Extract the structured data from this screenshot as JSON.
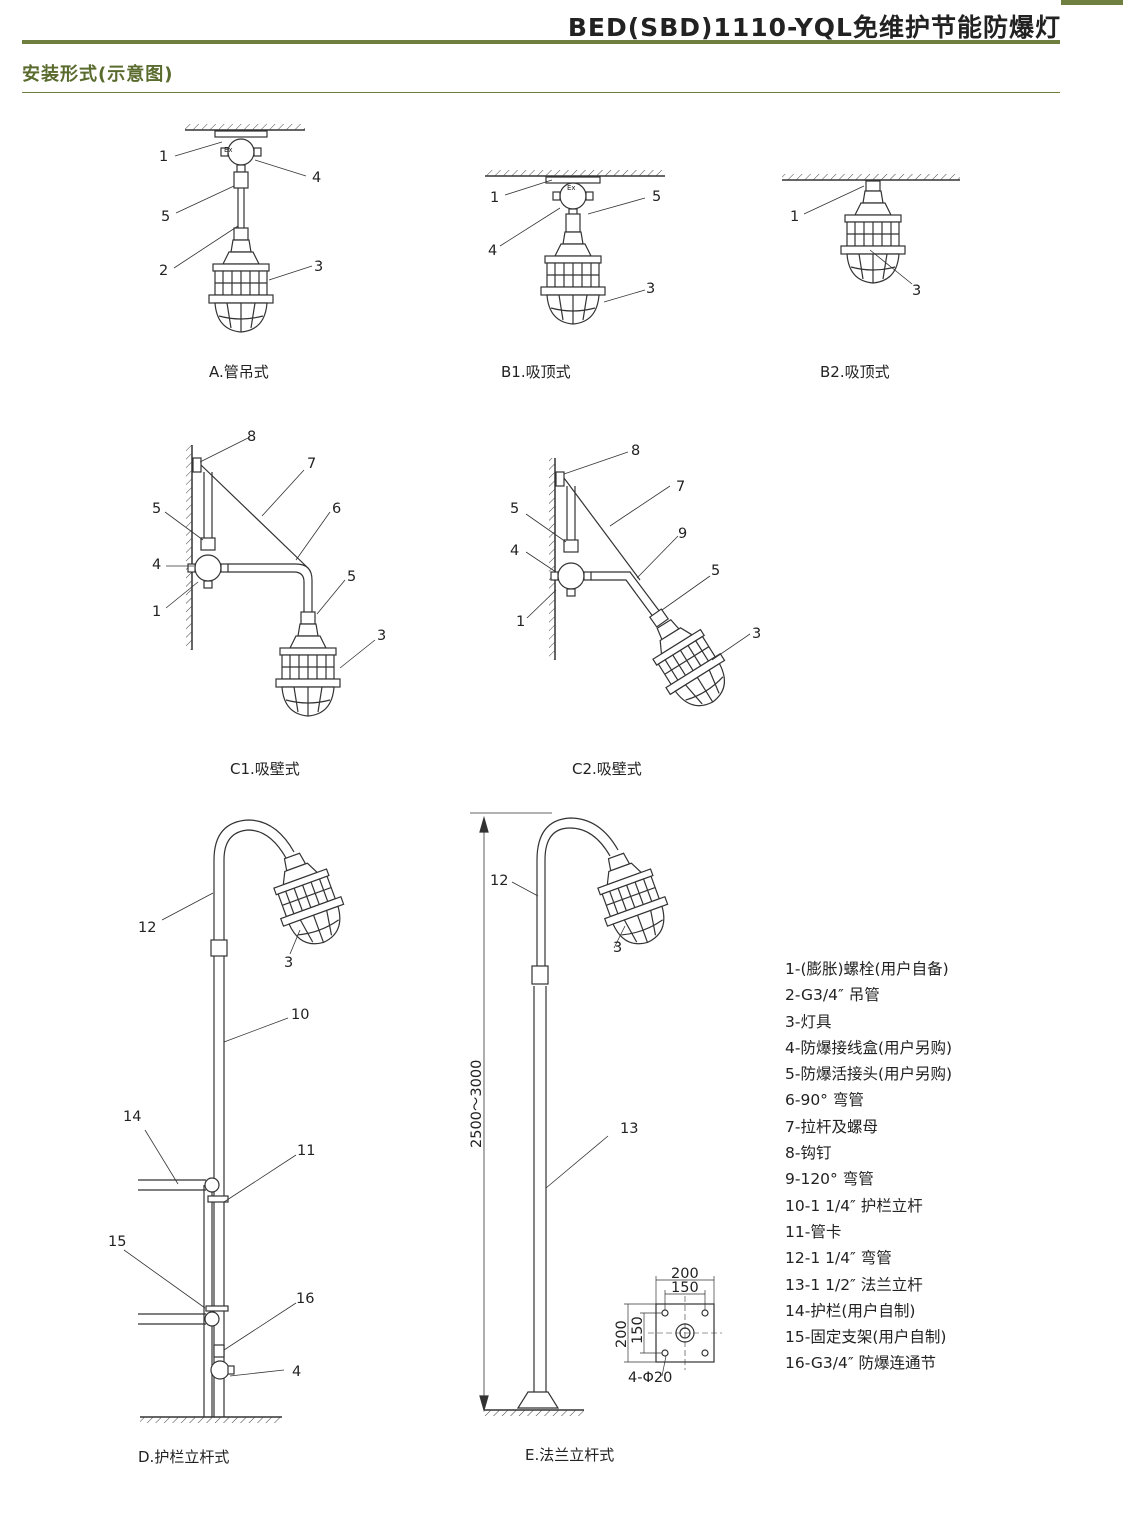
{
  "header": {
    "title": "BED(SBD)1110-YQL免维护节能防爆灯",
    "section": "安装形式(示意图)",
    "accent": "#6e7f3f",
    "section_color": "#5a6b2e"
  },
  "figures": {
    "a": {
      "caption": "A.管吊式",
      "labels": [
        "1",
        "4",
        "5",
        "2",
        "3"
      ]
    },
    "b1": {
      "caption": "B1.吸顶式",
      "labels": [
        "1",
        "5",
        "4",
        "3"
      ]
    },
    "b2": {
      "caption": "B2.吸顶式",
      "labels": [
        "1",
        "3"
      ]
    },
    "c1": {
      "caption": "C1.吸壁式",
      "labels": [
        "8",
        "7",
        "5",
        "6",
        "4",
        "5",
        "1",
        "3"
      ]
    },
    "c2": {
      "caption": "C2.吸壁式",
      "labels": [
        "8",
        "7",
        "5",
        "9",
        "4",
        "5",
        "1",
        "3"
      ]
    },
    "d": {
      "caption": "D.护栏立杆式",
      "labels": [
        "12",
        "3",
        "10",
        "14",
        "11",
        "15",
        "16",
        "4"
      ]
    },
    "e": {
      "caption": "E.法兰立杆式",
      "labels": [
        "12",
        "3",
        "13"
      ],
      "height_dim": "2500～3000",
      "flange": {
        "outer": "200",
        "inner": "150",
        "holes": "4-Φ20"
      }
    }
  },
  "ex_mark": "Ex",
  "legend": [
    "1-(膨胀)螺栓(用户自备)",
    "2-G3/4″ 吊管",
    "3-灯具",
    "4-防爆接线盒(用户另购)",
    "5-防爆活接头(用户另购)",
    "6-90° 弯管",
    "7-拉杆及螺母",
    "8-钩钉",
    "9-120° 弯管",
    "10-1 1/4″ 护栏立杆",
    "11-管卡",
    "12-1 1/4″ 弯管",
    "13-1 1/2″ 法兰立杆",
    "14-护栏(用户自制)",
    "15-固定支架(用户自制)",
    "16-G3/4″ 防爆连通节"
  ]
}
